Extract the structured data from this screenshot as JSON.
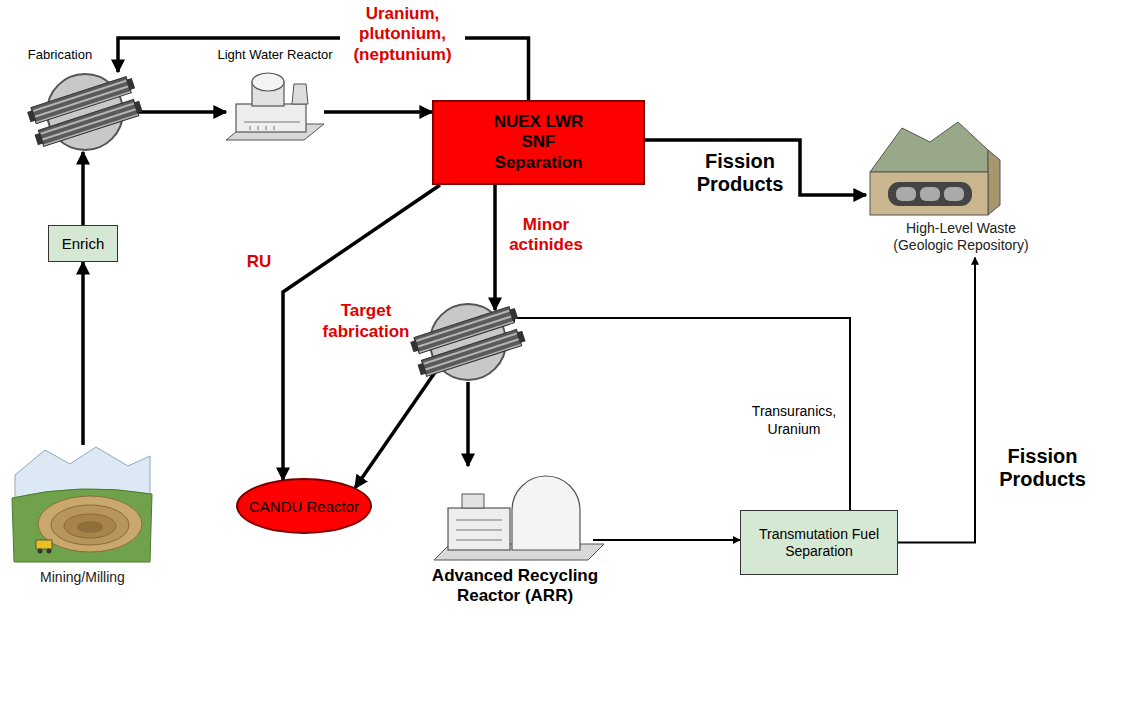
{
  "diagram": {
    "nodes": [
      {
        "text": [
          "Fabrication"
        ]
      },
      {
        "text": [
          "Light Water Reactor"
        ]
      },
      {
        "text": [
          "NUEX LWR SNF Separation"
        ]
      },
      {
        "text": [
          "Enrich"
        ]
      },
      {
        "text": [
          "High-Level Waste (Geologic Repository)"
        ]
      },
      {
        "text": [
          "Target fabrication"
        ]
      },
      {
        "text": [
          "CANDU Reactor"
        ]
      },
      {
        "text": [
          "Mining/Milling"
        ]
      },
      {
        "text": [
          "Advanced Recycling Reactor (ARR)"
        ]
      },
      {
        "text": [
          "Transmutation Fuel Separation"
        ]
      }
    ],
    "edges": [
      {
        "from": 7,
        "to": 3,
        "arrow": "to"
      },
      {
        "from": 3,
        "to": 0,
        "arrow": "to"
      },
      {
        "from": 0,
        "to": 1,
        "arrow": "to"
      },
      {
        "from": 1,
        "to": 2,
        "arrow": "to"
      },
      {
        "from": 2,
        "to": 0,
        "label": "Uranium, plutonium, (neptunium)",
        "arrow": "to"
      },
      {
        "from": 2,
        "to": 4,
        "label": "Fission Products",
        "arrow": "to"
      },
      {
        "from": 2,
        "to": 6,
        "label": "RU",
        "arrow": "to"
      },
      {
        "from": 2,
        "to": 5,
        "label": "Minor actinides",
        "arrow": "to"
      },
      {
        "from": 5,
        "to": 6,
        "arrow": "to"
      },
      {
        "from": 5,
        "to": 8,
        "arrow": "to"
      },
      {
        "from": 8,
        "to": 9,
        "arrow": "to"
      },
      {
        "from": 9,
        "to": 5,
        "label": "Transuranics, Uranium",
        "arrow": "to"
      },
      {
        "from": 9,
        "to": 4,
        "label": "Fission Products",
        "arrow": "to"
      }
    ]
  }
}
